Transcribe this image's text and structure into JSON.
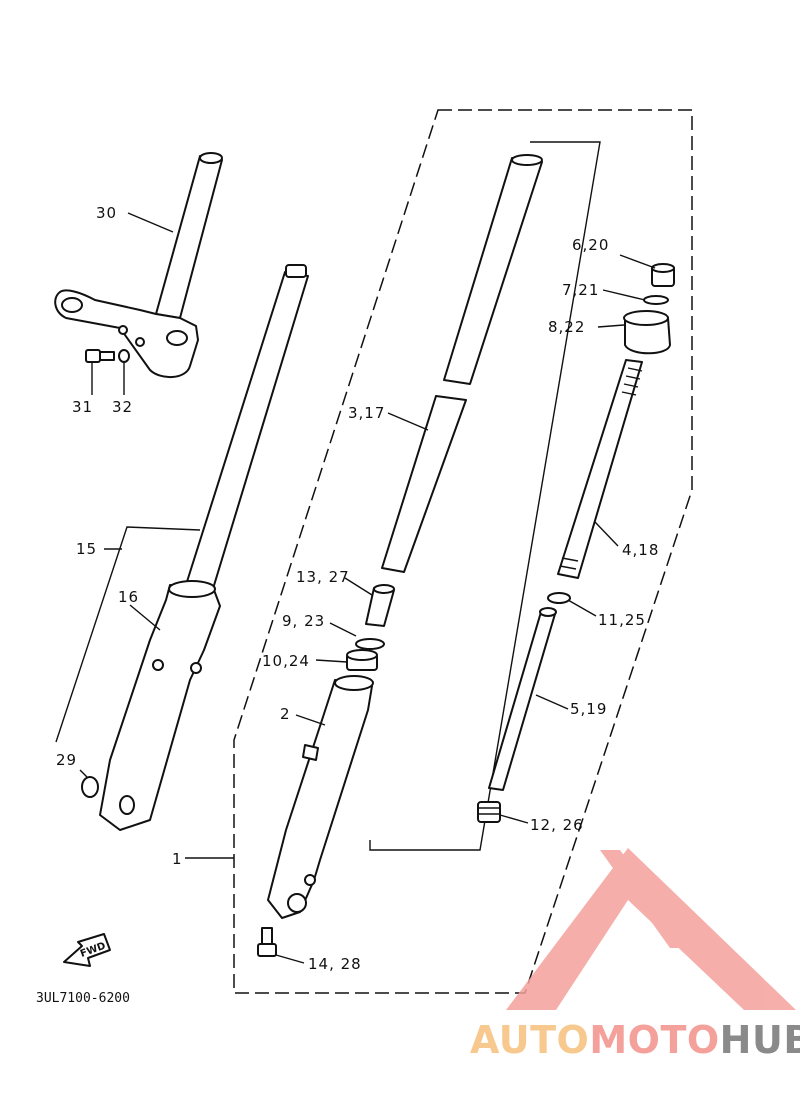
{
  "diagram_code": "3UL7100-6200",
  "fwd_label": "FWD",
  "callouts": {
    "c1": "1",
    "c2": "2",
    "c3_17": "3,17",
    "c4_18": "4,18",
    "c5_19": "5,19",
    "c6_20": "6,20",
    "c7_21": "7,21",
    "c8_22": "8,22",
    "c9_23": "9, 23",
    "c10_24": "10,24",
    "c11_25": "11,25",
    "c12_26": "12, 26",
    "c13_27": "13, 27",
    "c14_28": "14, 28",
    "c15": "15",
    "c16": "16",
    "c29": "29",
    "c30": "30",
    "c31": "31",
    "c32": "32"
  },
  "watermark": {
    "brand_part1": "AUTO",
    "brand_part2": "MOTO",
    "brand_part3": "HUB",
    "color_auto": "#f7c98f",
    "color_moto": "#f4a19b",
    "color_hub": "#8a8a8a",
    "logo_color": "#f4a19b"
  }
}
